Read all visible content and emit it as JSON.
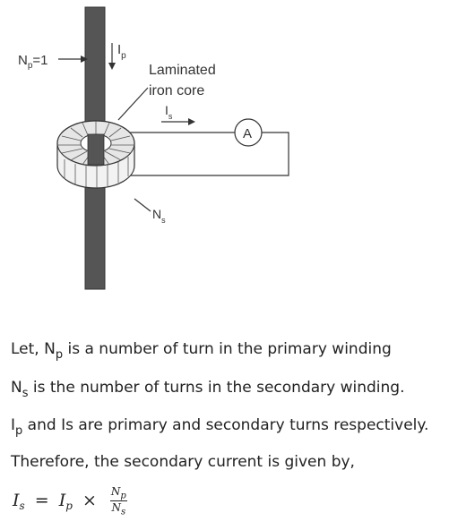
{
  "diagram": {
    "np_label": "N",
    "np_sub": "p",
    "np_value": "=1",
    "ip_label": "I",
    "ip_sub": "p",
    "core_label_1": "Laminated",
    "core_label_2": "iron core",
    "is_label": "I",
    "is_sub": "s",
    "ammeter_label": "A",
    "ns_label": "N",
    "ns_sub": "s"
  },
  "text": {
    "line1_a": "Let, N",
    "line1_sub": "p",
    "line1_b": " is a number of turn in the primary winding",
    "line2_a": "N",
    "line2_sub": "s",
    "line2_b": " is the number of turns in the secondary winding.",
    "line3_a": "I",
    "line3_sub": "p",
    "line3_b": " and Is are primary and secondary turns respectively.",
    "line4": "Therefore, the secondary current is given by,"
  },
  "formula": {
    "lhs": "I",
    "lhs_sub": "s",
    "equals": "=",
    "rhs_a": "I",
    "rhs_a_sub": "p",
    "times": "×",
    "num": "N",
    "num_sub": "p",
    "den": "N",
    "den_sub": "s"
  }
}
